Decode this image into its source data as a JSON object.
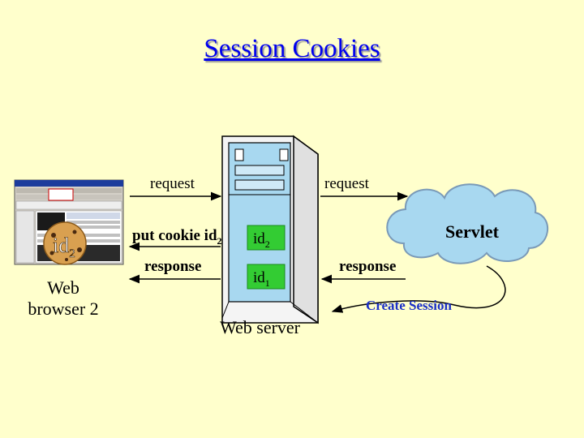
{
  "title": "Session Cookies",
  "browser": {
    "label_line1": "Web",
    "label_line2": "browser 2",
    "cookie_text": "id",
    "cookie_sub": "2"
  },
  "server": {
    "label": "Web server",
    "id_top_text": "id",
    "id_top_sub": "2",
    "id_bottom_text": "id",
    "id_bottom_sub": "1"
  },
  "servlet": {
    "label": "Servlet"
  },
  "arrows": {
    "request_left": "request",
    "request_right": "request",
    "put_cookie": "put cookie id",
    "put_cookie_sub": "2",
    "response_left": "response",
    "response_right": "response",
    "create_session": "Create Session"
  },
  "colors": {
    "background": "#ffffcc",
    "title": "#0000ee",
    "cloud": "#a8d8f0",
    "server_panel": "#a8d8f0",
    "id_badge": "#33cc33",
    "create_session": "#1a2fc8"
  }
}
